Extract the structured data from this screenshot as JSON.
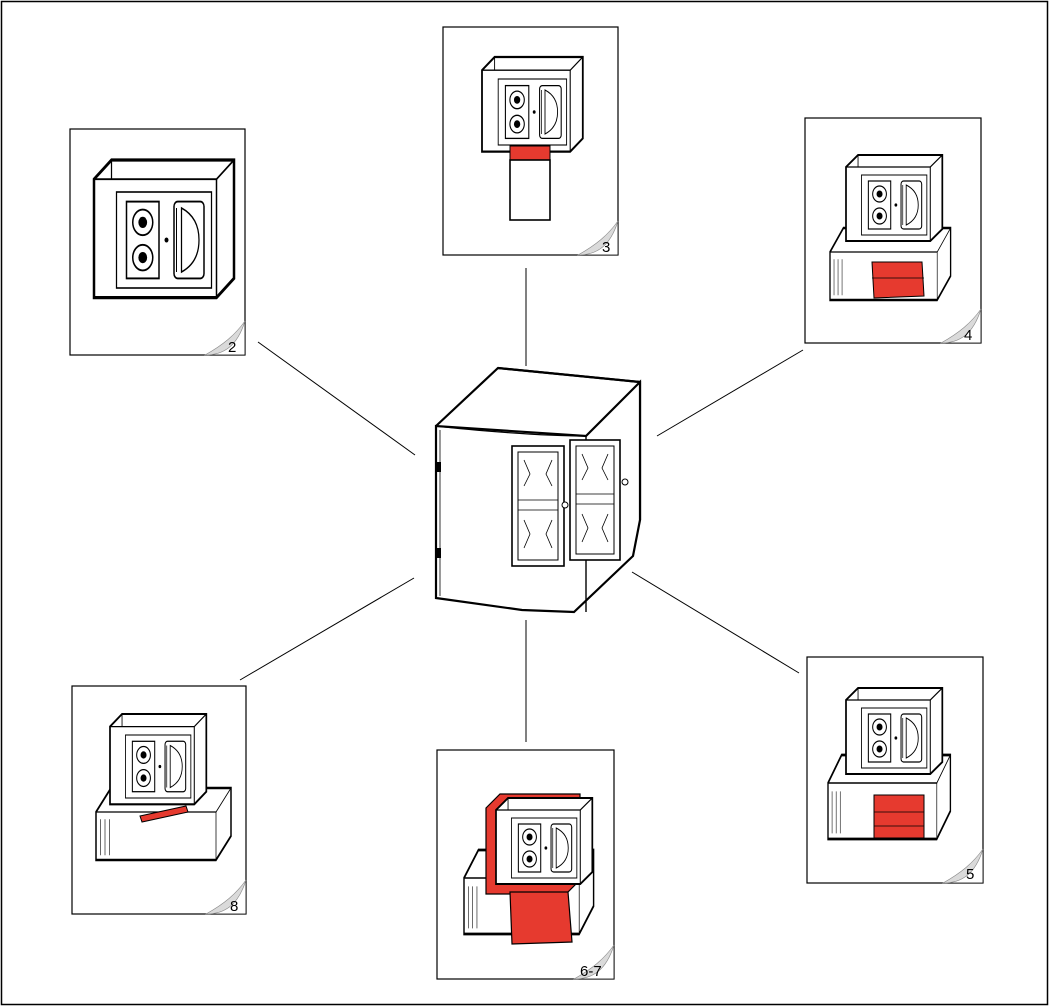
{
  "panels": [
    {
      "id": "p2",
      "label": "2",
      "variant": "box-only"
    },
    {
      "id": "p3",
      "label": "3",
      "variant": "box-with-riser"
    },
    {
      "id": "p4",
      "label": "4",
      "variant": "box-on-trunking-red-band"
    },
    {
      "id": "p5",
      "label": "5",
      "variant": "box-on-trunking-red-band-round"
    },
    {
      "id": "p67",
      "label": "6-7",
      "variant": "box-red-frame-on-trunking"
    },
    {
      "id": "p8",
      "label": "8",
      "variant": "box-on-trunking-red-strip"
    }
  ],
  "center": {
    "id": "double-mounting-box",
    "label": ""
  },
  "colors": {
    "accent": "#e63a2f",
    "line": "#000000",
    "paper": "#ffffff",
    "curl": "#d6d6d6"
  }
}
